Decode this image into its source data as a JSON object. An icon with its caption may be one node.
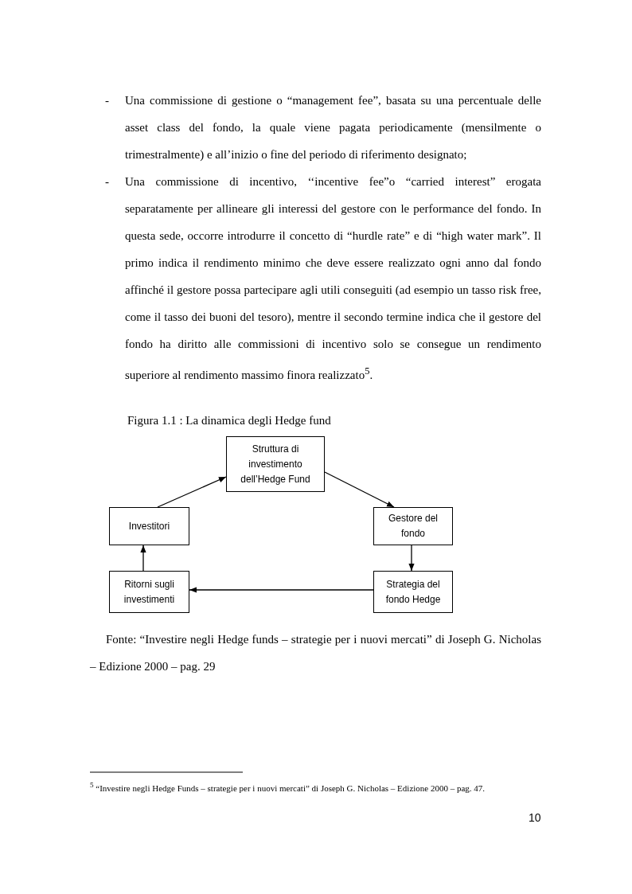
{
  "diagram": {
    "title": "Figura 1.1 : La dinamica degli Hedge fund",
    "caption": "Fonte: “Investire negli Hedge funds – strategie per i nuovi mercati” di Joseph G. Nicholas – Edizione 2000 – pag. 29",
    "nodes": [
      {
        "text": [
          "Struttura di investimento dell’Hedge Fund"
        ]
      },
      {
        "text": [
          "Investitori"
        ]
      },
      {
        "text": [
          "Gestore del fondo"
        ]
      },
      {
        "text": [
          "Ritorni sugli investimenti"
        ]
      },
      {
        "text": [
          "Strategia del fondo Hedge"
        ]
      }
    ],
    "edges": [
      {
        "from": 1,
        "to": 0,
        "arrow": "to"
      },
      {
        "from": 0,
        "to": 2,
        "arrow": "to"
      },
      {
        "from": 2,
        "to": 4,
        "arrow": "to"
      },
      {
        "from": 4,
        "to": 3,
        "arrow": "to"
      },
      {
        "from": 3,
        "to": 1,
        "arrow": "to"
      }
    ],
    "labels": [
      "-",
      "Una commissione di gestione o “management fee”, basata su una percentuale delle asset class del fondo, la quale viene pagata periodicamente (mensilmente o trimestralmente) e all’inizio o fine del periodo di riferimento designato;",
      "-",
      "Una commissione di incentivo, ‘‘incentive fee”o “carried interest” erogata separatamente per allineare gli interessi del gestore con le performance del fondo. In questa sede, occorre introdurre il concetto di “hurdle rate” e di “high water mark”. Il primo indica il rendimento minimo che deve essere realizzato ogni anno dal fondo affinché il gestore possa partecipare agli utili conseguiti (ad esempio un tasso risk free, come il tasso dei buoni del tesoro), mentre il secondo termine indica che il gestore del fondo ha diritto alle commissioni di incentivo solo se consegue un rendimento superiore al rendimento massimo finora realizzato$^{5}$.",
      "$^{5}$ “Investire negli Hedge Funds – strategie per i nuovi mercati” di Joseph G. Nicholas – Edizione 2000 – pag. 47.",
      "10"
    ]
  }
}
